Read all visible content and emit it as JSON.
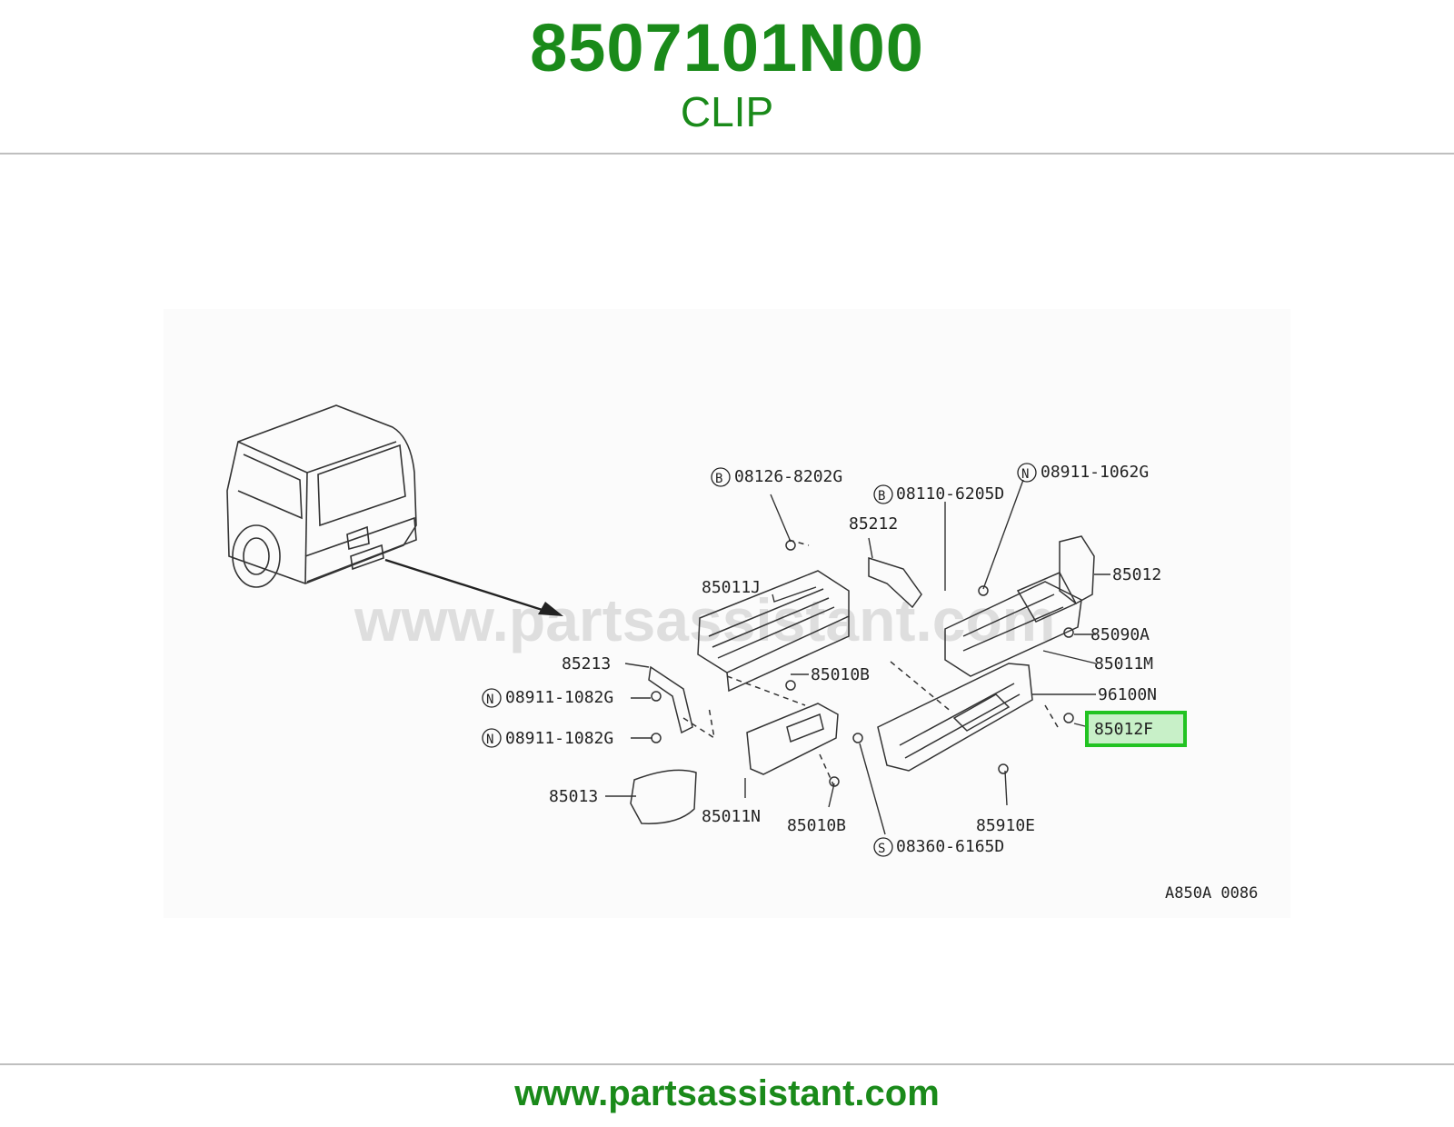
{
  "header": {
    "part_number": "8507101N00",
    "part_name": "CLIP"
  },
  "diagram": {
    "watermark": "www.partsassistant.com",
    "drawing_code": "A850A 0086",
    "highlighted_callout": "85012F",
    "callouts": {
      "c1_prefix": "B",
      "c1": "08126-8202G",
      "c2_prefix": "B",
      "c2": "08110-6205D",
      "c3_prefix": "N",
      "c3": "08911-1062G",
      "c4": "85212",
      "c5": "85012",
      "c6": "85011J",
      "c7": "85090A",
      "c8": "85011M",
      "c9": "85213",
      "c10": "85010B",
      "c11": "96100N",
      "c12_prefix": "N",
      "c12": "08911-1082G",
      "c13": "85012F",
      "c14_prefix": "N",
      "c14": "08911-1082G",
      "c15": "85013",
      "c16": "85011N",
      "c17": "85010B",
      "c18": "85910E",
      "c19_prefix": "S",
      "c19": "08360-6165D"
    }
  },
  "footer": {
    "url": "www.partsassistant.com"
  },
  "colors": {
    "brand_green": "#1a8a1a",
    "highlight": "#22c322",
    "highlight_fill": "#9ee89e"
  }
}
